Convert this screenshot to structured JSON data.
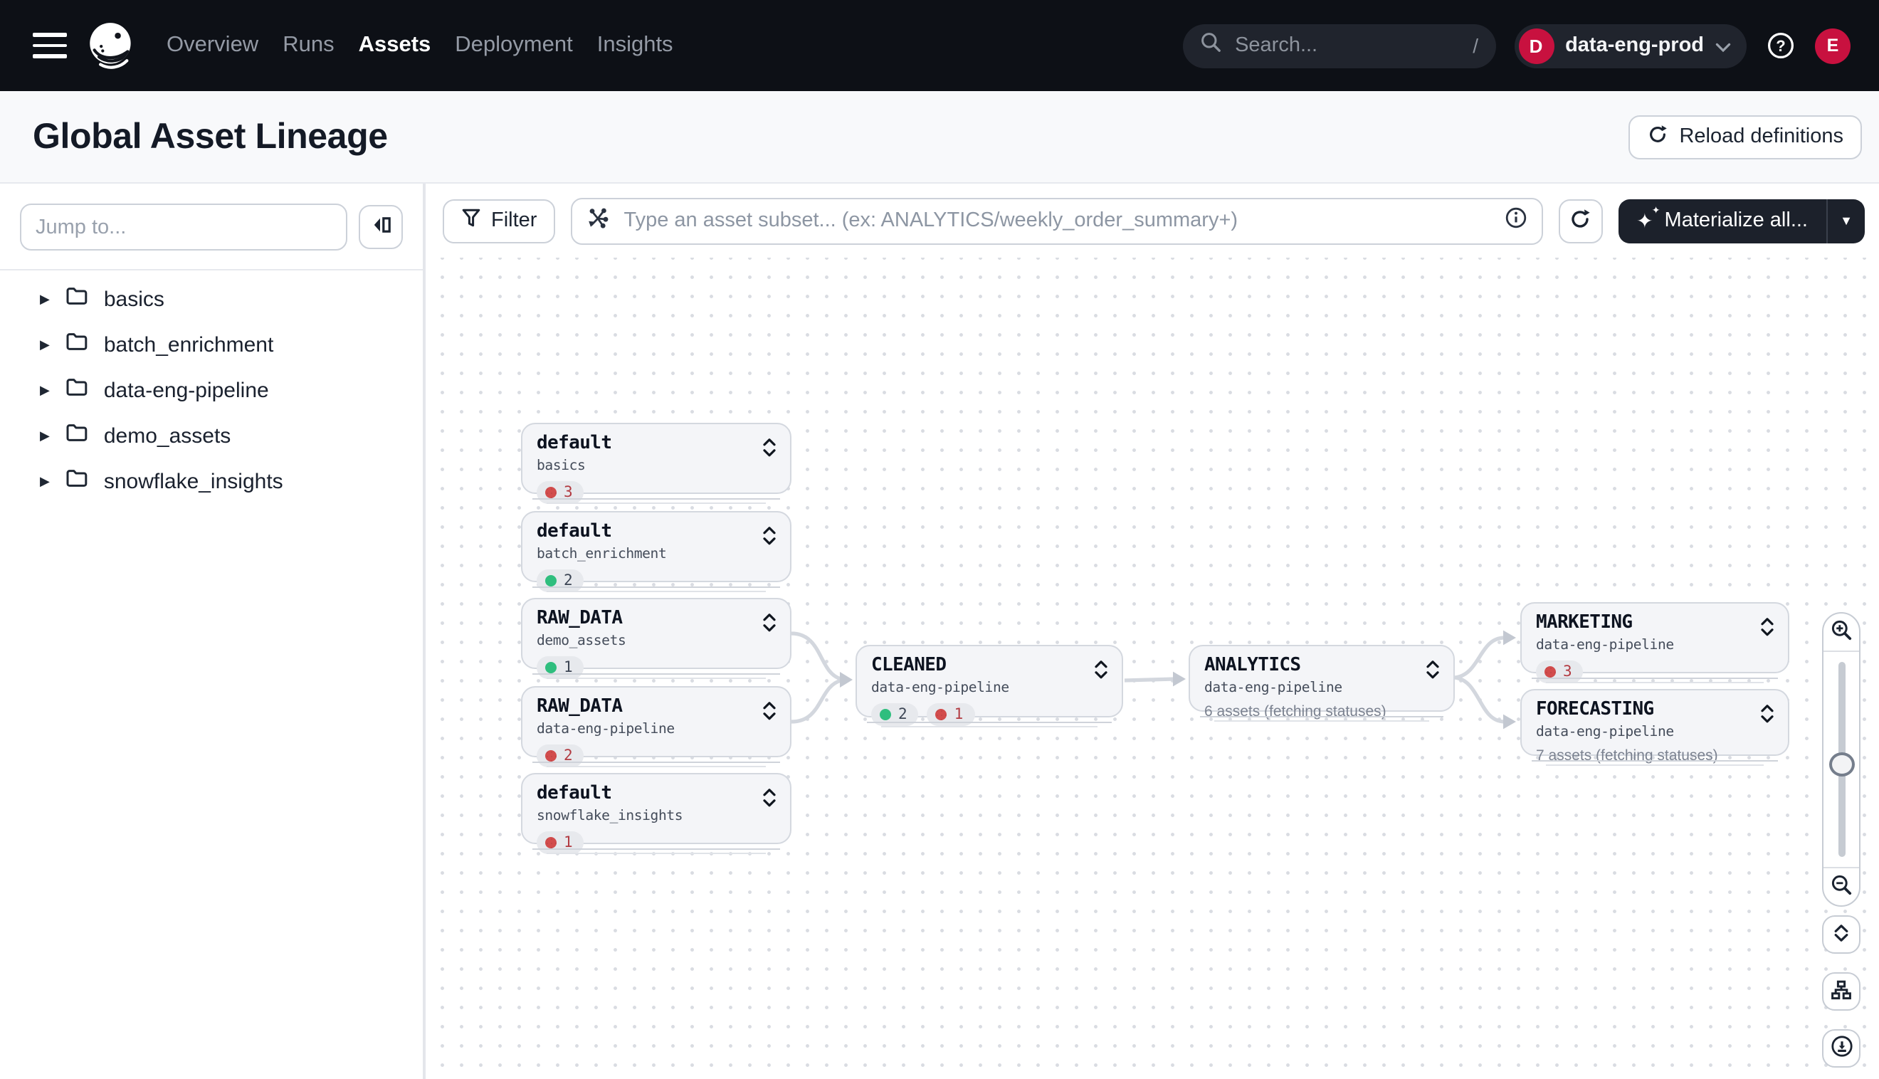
{
  "navbar": {
    "items": [
      {
        "label": "Overview",
        "active": false
      },
      {
        "label": "Runs",
        "active": false
      },
      {
        "label": "Assets",
        "active": true
      },
      {
        "label": "Deployment",
        "active": false
      },
      {
        "label": "Insights",
        "active": false
      }
    ],
    "search": {
      "placeholder": "Search...",
      "shortcut": "/"
    },
    "deployment": {
      "initial": "D",
      "name": "data-eng-prod"
    },
    "avatar_initial": "E"
  },
  "header": {
    "title": "Global Asset Lineage",
    "reload_label": "Reload definitions"
  },
  "sidebar": {
    "jump_placeholder": "Jump to...",
    "groups": [
      "basics",
      "batch_enrichment",
      "data-eng-pipeline",
      "demo_assets",
      "snowflake_insights"
    ]
  },
  "toolbar": {
    "filter_label": "Filter",
    "subset_placeholder": "Type an asset subset... (ex: ANALYTICS/weekly_order_summary+)",
    "materialize_label": "Materialize all..."
  },
  "graph": {
    "nodes": [
      {
        "title": "default",
        "subtitle": "basics",
        "badges": [
          {
            "status": "error",
            "count": "3"
          }
        ]
      },
      {
        "title": "default",
        "subtitle": "batch_enrichment",
        "badges": [
          {
            "status": "ok",
            "count": "2"
          }
        ]
      },
      {
        "title": "RAW_DATA",
        "subtitle": "demo_assets",
        "badges": [
          {
            "status": "ok",
            "count": "1"
          }
        ]
      },
      {
        "title": "RAW_DATA",
        "subtitle": "data-eng-pipeline",
        "badges": [
          {
            "status": "error",
            "count": "2"
          }
        ]
      },
      {
        "title": "default",
        "subtitle": "snowflake_insights",
        "badges": [
          {
            "status": "error",
            "count": "1"
          }
        ]
      },
      {
        "title": "CLEANED",
        "subtitle": "data-eng-pipeline",
        "badges": [
          {
            "status": "ok",
            "count": "2"
          },
          {
            "status": "error",
            "count": "1"
          }
        ]
      },
      {
        "title": "ANALYTICS",
        "subtitle": "data-eng-pipeline",
        "note": "6 assets (fetching statuses)"
      },
      {
        "title": "MARKETING",
        "subtitle": "data-eng-pipeline",
        "badges": [
          {
            "status": "error",
            "count": "3"
          }
        ]
      },
      {
        "title": "FORECASTING",
        "subtitle": "data-eng-pipeline",
        "note": "7 assets (fetching statuses)"
      }
    ],
    "edges": [
      "RAW_DATA(demo_assets)->CLEANED",
      "RAW_DATA(data-eng-pipeline)->CLEANED",
      "CLEANED->ANALYTICS",
      "ANALYTICS->MARKETING",
      "ANALYTICS->FORECASTING"
    ]
  },
  "colors": {
    "accent_crimson": "#c8113f",
    "status_ok": "#2fbe7e",
    "status_error": "#d24c4c",
    "navbar_bg": "#0d1016",
    "node_bg": "#f4f5f8"
  },
  "icons": [
    "hamburger-menu",
    "dagster-logo",
    "search",
    "chevron-down",
    "help",
    "reload",
    "panel-collapse",
    "caret-right",
    "folder",
    "filter-funnel",
    "asset-graph",
    "info",
    "refresh",
    "sparkle",
    "sort-chevrons",
    "zoom-in",
    "zoom-out",
    "expand-vertical",
    "hierarchy",
    "download"
  ]
}
